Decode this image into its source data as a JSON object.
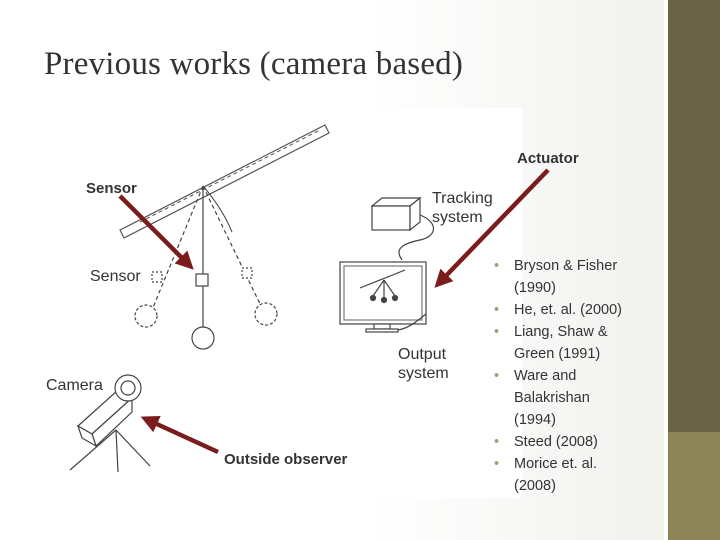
{
  "slide": {
    "title": "Previous works (camera based)"
  },
  "figure": {
    "labels": {
      "actuator": "Actuator",
      "sensor_top": "Sensor",
      "outside_observer": "Outside observer",
      "tracking_line1": "Tracking",
      "tracking_line2": "system",
      "sensor_inner": "Sensor",
      "camera": "Camera",
      "output_line1": "Output",
      "output_line2": "system"
    }
  },
  "references": [
    {
      "line1": "Bryson & Fisher",
      "line2": "(1990)"
    },
    {
      "line1": "He, et. al. (2000)"
    },
    {
      "line1": "Liang, Shaw &",
      "line2": "Green (1991)"
    },
    {
      "line1": "Ware and",
      "line2": "Balakrishan",
      "line3": "(1994)"
    },
    {
      "line1": "Steed (2008)"
    },
    {
      "line1": "Morice et. al.",
      "line2": "(2008)"
    }
  ],
  "colors": {
    "sidebar": "#6a6446",
    "sidebar_accent": "#8b8558",
    "arrow": "#7a1c1c",
    "bullet": "#a79d72"
  }
}
